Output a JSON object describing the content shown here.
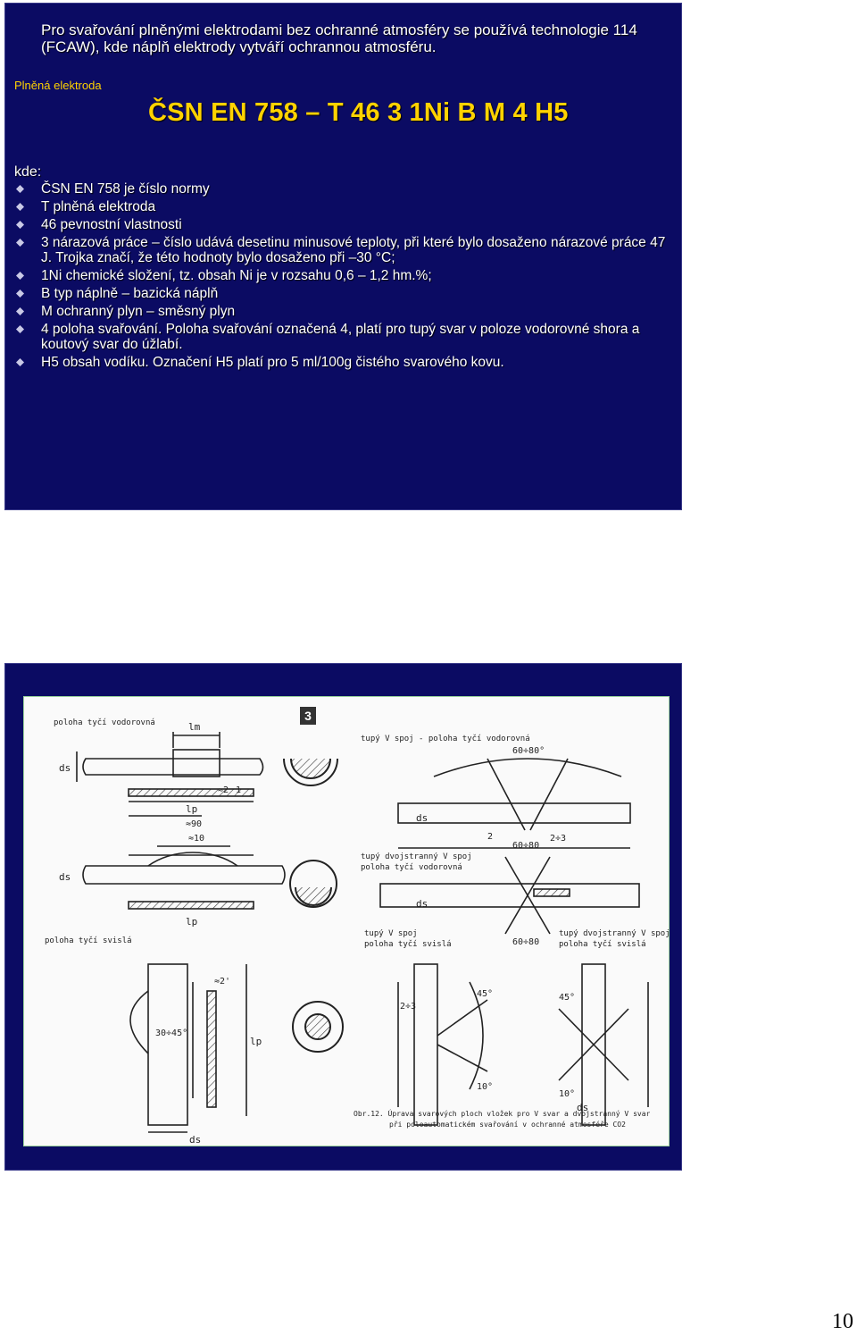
{
  "slide1": {
    "intro": "Pro svařování plněnými elektrodami bez ochranné atmosféry se používá technologie 114 (FCAW), kde náplň elektrody vytváří ochrannou atmosféru.",
    "label": "Plněná elektroda",
    "title": "ČSN EN 758 – T 46 3 1Ni B M 4 H5",
    "kde": "kde:",
    "items": [
      "ČSN EN 758 je číslo normy",
      "T plněná elektroda",
      "46 pevnostní vlastnosti",
      "3 nárazová práce – číslo udává desetinu minusové teploty, při které bylo dosaženo nárazové práce 47 J. Trojka značí, že této hodnoty bylo dosaženo při –30 °C;",
      "1Ni chemické složení, tz. obsah Ni je v rozsahu 0,6 – 1,2  hm.%;",
      "B typ náplně – bazická náplň",
      "M ochranný plyn – směsný plyn",
      "4 poloha svařování. Poloha svařování označená 4, platí pro tupý svar v poloze vodorovné shora a koutový svar do úžlabí.",
      "H5 obsah vodíku. Označení H5 platí pro 5 ml/100g čistého svarového kovu."
    ],
    "bullet_color": "#c9c9e6"
  },
  "slide2": {
    "figure": {
      "badge": "3",
      "labels": {
        "tl_title": "poloha tyčí vodorovná",
        "tr_title": "tupý V spoj - poloha tyčí vodorovná",
        "tr2_title_1": "tupý dvojstranný V spoj",
        "tr2_title_2": "poloha tyčí vodorovná",
        "bl_title": "poloha tyčí svislá",
        "bm_title_1": "tupý V spoj",
        "bm_title_2": "poloha tyčí svislá",
        "br_title_1": "tupý dvojstranný V spoj",
        "br_title_2": "poloha tyčí svislá",
        "caption_1": "Obr.12. Úprava svarových ploch vložek pro V svar a dvojstranný V svar",
        "caption_2": "při poloautomatickém svařování v ochranné atmosféře CO2",
        "dim_lm": "lm",
        "dim_ds": "ds",
        "dim_lp": "lp",
        "dim_90": "≈90",
        "dim_10": "≈10",
        "dim_2": "≈2",
        "dim_1": "1",
        "dim_angle1": "60÷80°",
        "dim_angle2": "60÷80",
        "dim_angle3": "60÷80",
        "dim_23": "2÷3",
        "dim_2b": "2",
        "dim_45": "45°",
        "dim_10deg": "10°",
        "dim_3045": "30÷45°",
        "dim_2q": "≈2'"
      }
    }
  },
  "page_number": "10"
}
